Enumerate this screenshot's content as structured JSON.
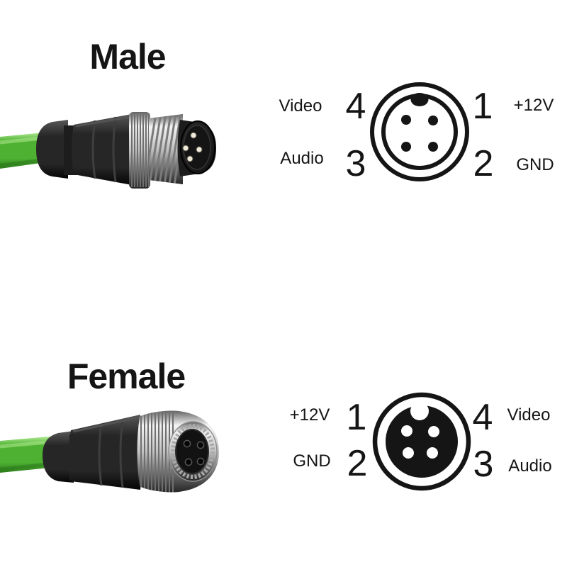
{
  "page": {
    "background": "#ffffff"
  },
  "colors": {
    "background": "#ffffff",
    "ink": "#151515",
    "cable_green": "#4eb132",
    "cable_green_light": "#b7ef9b",
    "cable_green_dark": "#2c7a1b",
    "housing_black": "#262626",
    "housing_highlight": "#575757",
    "metal_light": "#f4f4f4",
    "metal_mid": "#c2c2c2",
    "metal_dark": "#636363",
    "pin_silver": "#efe9da"
  },
  "male": {
    "title": "Male",
    "pins": {
      "top_left": {
        "label": "Video",
        "number": "4"
      },
      "top_right": {
        "number": "1",
        "label": "+12V"
      },
      "bottom_left": {
        "label": "Audio",
        "number": "3"
      },
      "bottom_right": {
        "number": "2",
        "label": "GND"
      }
    }
  },
  "female": {
    "title": "Female",
    "pins": {
      "top_left": {
        "label": "+12V",
        "number": "1"
      },
      "top_right": {
        "number": "4",
        "label": "Video"
      },
      "bottom_left": {
        "label": "GND",
        "number": "2"
      },
      "bottom_right": {
        "number": "3",
        "label": "Audio"
      }
    }
  }
}
